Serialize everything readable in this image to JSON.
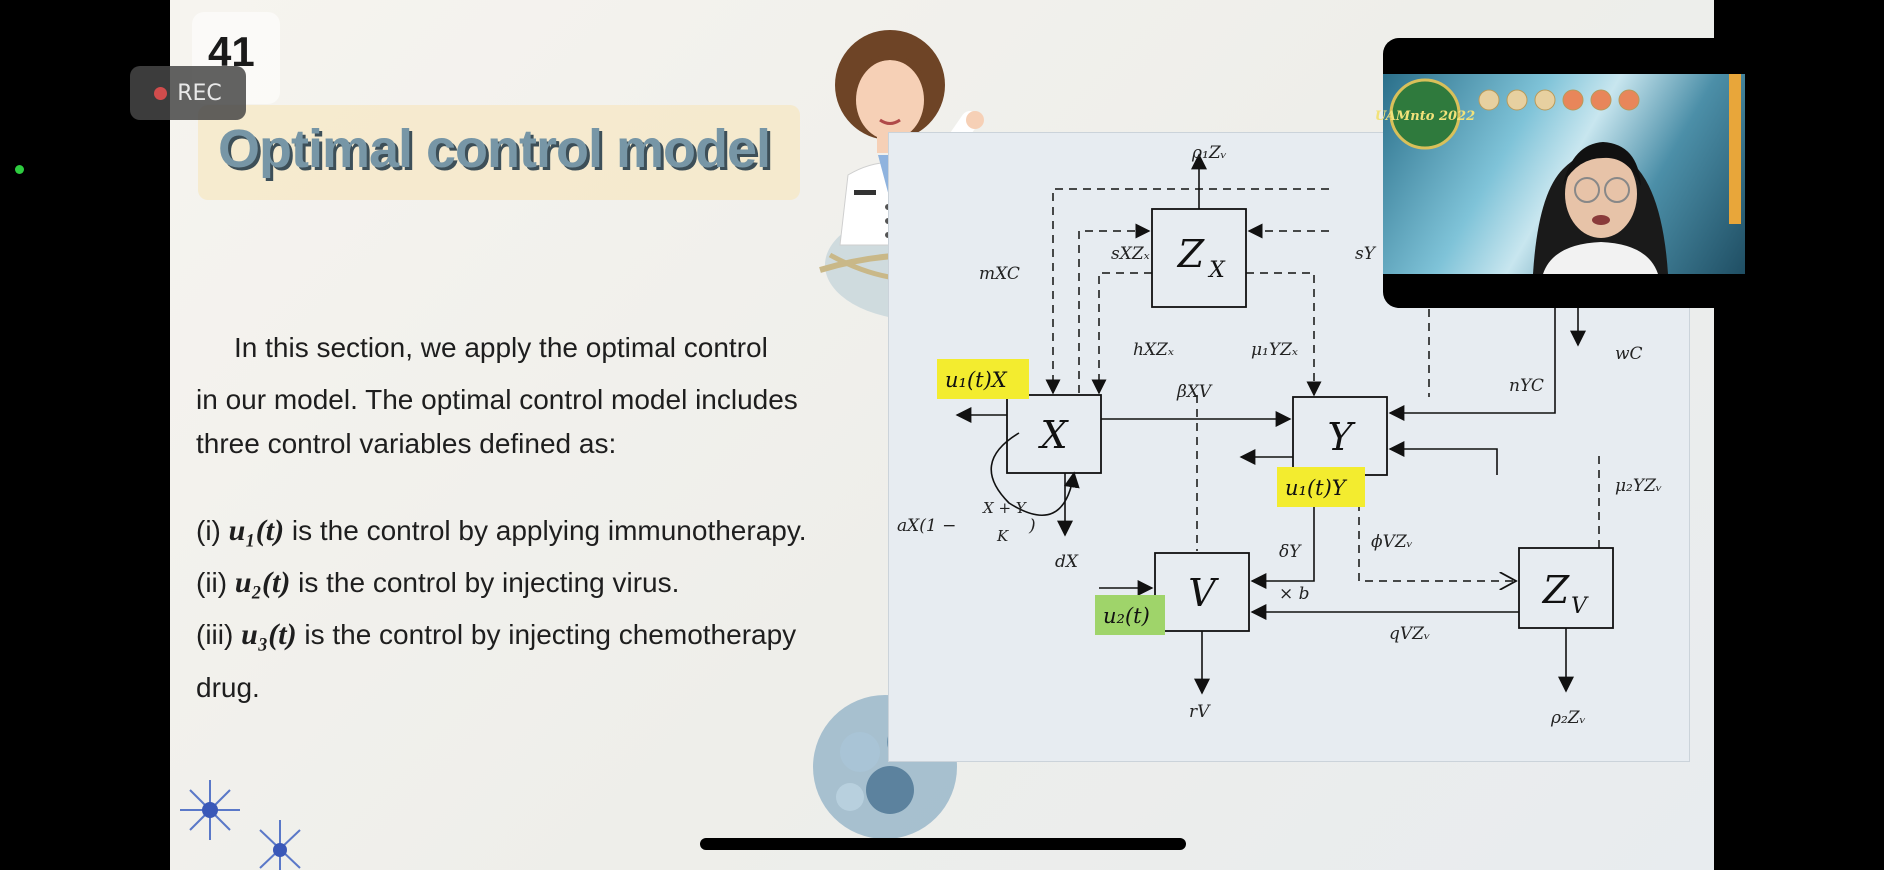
{
  "recorder": {
    "label": "REC"
  },
  "slide": {
    "number": "41",
    "title": "Optimal control model",
    "paragraph": [
      "In this section, we apply the optimal control",
      "in our model. The optimal control model includes",
      "three control  variables defined as:"
    ],
    "controls": [
      {
        "prefix": "(i) ",
        "var": "u₁(t)",
        "text": " is the control by applying immunotherapy."
      },
      {
        "prefix": "(ii) ",
        "var": "u₂(t)",
        "text": " is the control by injecting virus."
      },
      {
        "prefix": "(iii) ",
        "var": "u₃(t)",
        "text": " is the control by injecting chemotherapy"
      }
    ],
    "controls_tail": "drug."
  },
  "diagram": {
    "nodes": {
      "zx": "Z",
      "zx_sub": "X",
      "x": "X",
      "y": "Y",
      "v": "V",
      "zv": "Z",
      "zv_sub": "V"
    },
    "labels": {
      "rho1": "ρ₁Zᵥ",
      "mxc": "mXC",
      "sxz": "sXZₓ",
      "sy": "sY",
      "hxz": "hXZₓ",
      "mu1": "μ₁YZₓ",
      "wc": "wC",
      "nyc": "nYC",
      "bxv": "βXV",
      "u1x": "u₁(t)X",
      "u1y": "u₁(t)Y",
      "ax": "aX(1 −",
      "frac_num": "X + Y",
      "frac_den": "K",
      "frac_close": ")",
      "mu2": "μ₂YZᵥ",
      "dx": "dX",
      "dy": "δY",
      "phi": "ϕVZᵥ",
      "xb": "× b",
      "u2": "u₂(t)",
      "qvz": "qVZᵥ",
      "rv": "rV",
      "rho2": "ρ₂Zᵥ"
    }
  },
  "video": {
    "banner": "UAMnto 2022"
  }
}
